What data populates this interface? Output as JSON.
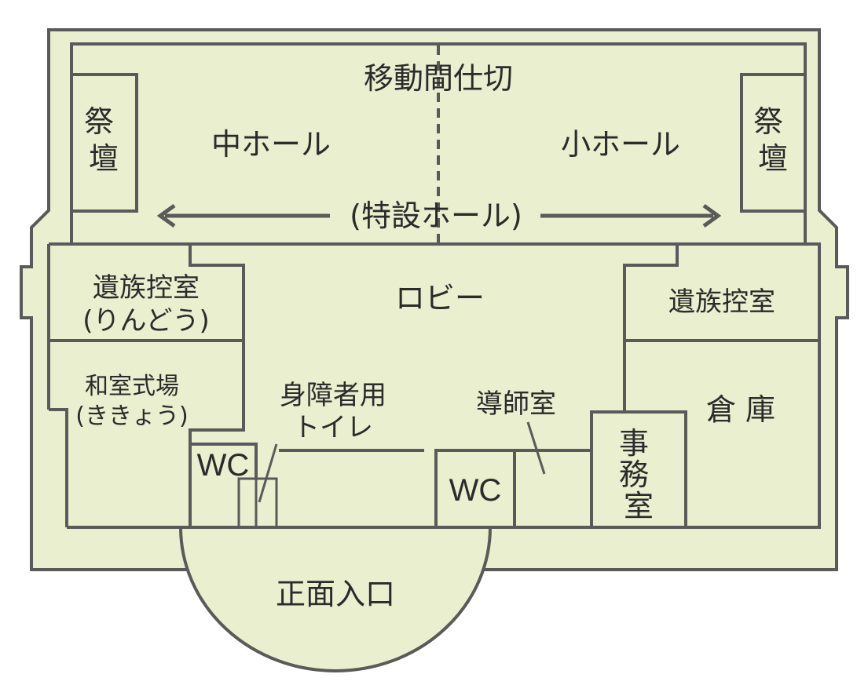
{
  "colors": {
    "floor": "#e9efcf",
    "wall": "#5a5a5a",
    "text": "#2b2b2b"
  },
  "labels": {
    "partition": "移動間仕切",
    "altar": "祭壇",
    "hall_medium": "中ホール",
    "hall_small": "小ホール",
    "special_hall": "(特設ホール)",
    "family_room": "遺族控室",
    "family_room_sub": "(りんどう)",
    "lobby": "ロビー",
    "japanese_room": "和室式場",
    "japanese_room_sub": "(ききょう)",
    "accessible_toilet_1": "身障者用",
    "accessible_toilet_2": "トイレ",
    "officiant_room": "導師室",
    "storage": "倉 庫",
    "office": "事務室",
    "wc": "WC",
    "entrance": "正面入口"
  },
  "icons": {
    "arrow_left": "arrow-left-icon",
    "arrow_right": "arrow-right-icon"
  }
}
